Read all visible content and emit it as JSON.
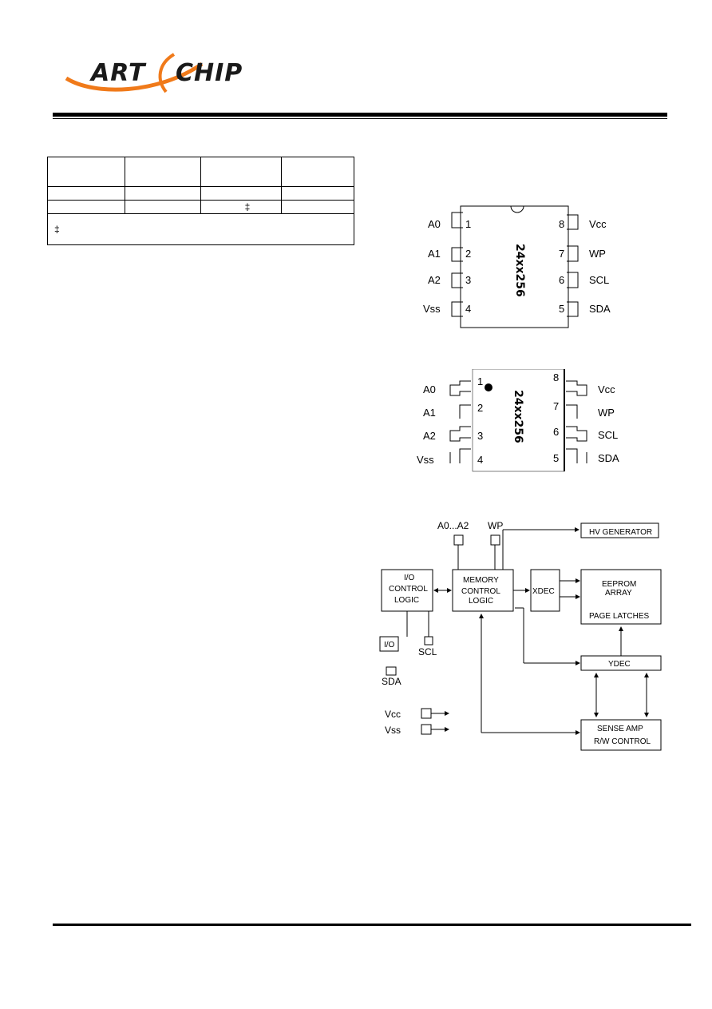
{
  "header": {
    "logo_text_left": "ART",
    "logo_text_right": "CHIP"
  },
  "ordering_table": {
    "footnote_symbol": "‡",
    "row2_symbol": "‡"
  },
  "pdip": {
    "chip_name": "24xx256",
    "left_pins": [
      {
        "name": "A0",
        "num": "1"
      },
      {
        "name": "A1",
        "num": "2"
      },
      {
        "name": "A2",
        "num": "3"
      },
      {
        "name": "Vss",
        "num": "4"
      }
    ],
    "right_pins": [
      {
        "name": "Vcc",
        "num": "8"
      },
      {
        "name": "WP",
        "num": "7"
      },
      {
        "name": "SCL",
        "num": "6"
      },
      {
        "name": "SDA",
        "num": "5"
      }
    ]
  },
  "soic": {
    "chip_name": "24xx256",
    "left_pins": [
      {
        "name": "A0",
        "num": "1"
      },
      {
        "name": "A1",
        "num": "2"
      },
      {
        "name": "A2",
        "num": "3"
      },
      {
        "name": "Vss",
        "num": "4"
      }
    ],
    "right_pins": [
      {
        "name": "Vcc",
        "num": "8"
      },
      {
        "name": "WP",
        "num": "7"
      },
      {
        "name": "SCL",
        "num": "6"
      },
      {
        "name": "SDA",
        "num": "5"
      }
    ]
  },
  "block_diagram": {
    "a0a2": "A0...A2",
    "wp": "WP",
    "hv_generator": "HV GENERATOR",
    "io_control": [
      "I/O",
      "CONTROL",
      "LOGIC"
    ],
    "memory_control": [
      "MEMORY",
      "CONTROL",
      "LOGIC"
    ],
    "xdec": "XDEC",
    "eeprom_array": [
      "EEPROM",
      "ARRAY"
    ],
    "page_latches": "PAGE LATCHES",
    "io_box": "I/O",
    "scl": "SCL",
    "sda": "SDA",
    "ydec": "YDEC",
    "vcc": "Vcc",
    "vss": "Vss",
    "sense_amp": [
      "SENSE AMP",
      "R/W CONTROL"
    ]
  }
}
